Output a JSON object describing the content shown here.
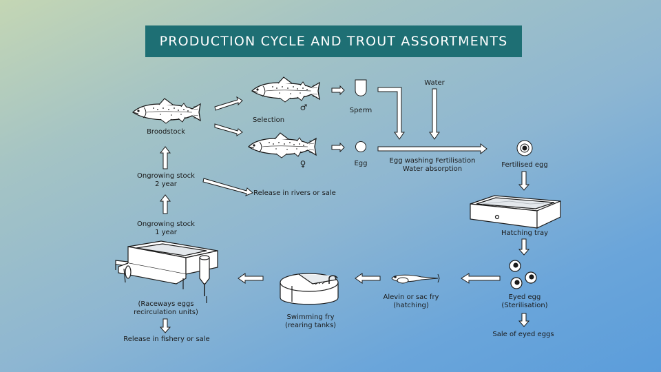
{
  "title": "PRODUCTION CYCLE AND TROUT ASSORTMENTS",
  "labels": {
    "broodstock": "Broodstock",
    "selection": "Selection",
    "sperm": "Sperm",
    "water": "Water",
    "egg": "Egg",
    "egg_washing": "Egg washing Fertilisation",
    "water_absorption": "Water absorption",
    "fertilised_egg": "Fertilised egg",
    "ongrowing_2y_a": "Ongrowing stock",
    "ongrowing_2y_b": "2 year",
    "release_rivers": "Release in rivers or sale",
    "ongrowing_1y_a": "Ongrowing stock",
    "ongrowing_1y_b": "1 year",
    "hatching_tray": "Hatching tray",
    "eyed_egg_a": "Eyed egg",
    "eyed_egg_b": "(Sterilisation)",
    "sale_eyed": "Sale of eyed eggs",
    "alevin_a": "Alevin or sac fry",
    "alevin_b": "(hatching)",
    "swimming_a": "Swimming fry",
    "swimming_b": "(rearing tanks)",
    "raceways_a": "(Raceways eggs",
    "raceways_b": "recirculation units)",
    "release_fishery": "Release in fishery or sale"
  },
  "symbols": {
    "male": "♂",
    "female": "♀"
  },
  "colors": {
    "banner": "#1e6f74",
    "banner_text": "#ffffff",
    "line": "#1a1a1a",
    "fill": "#ffffff"
  }
}
